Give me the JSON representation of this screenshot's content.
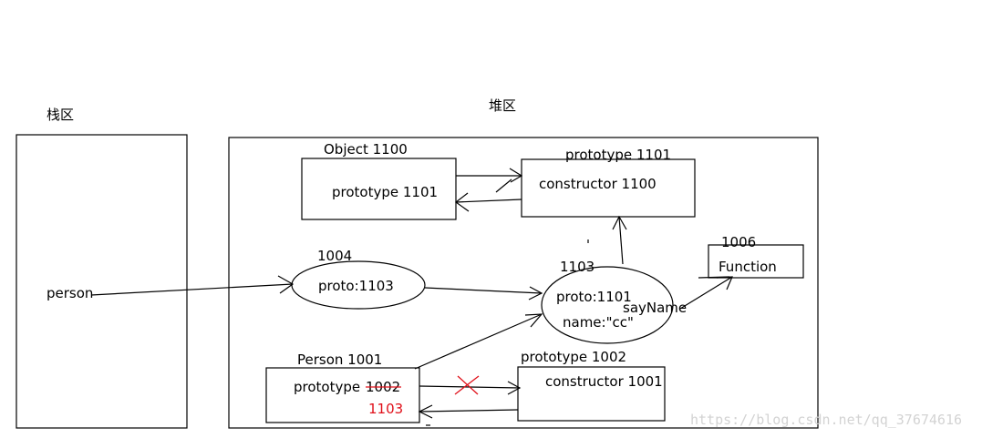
{
  "sections": {
    "stack_label": "栈区",
    "heap_label": "堆区"
  },
  "stack": {
    "var_label": "person"
  },
  "nodes": {
    "object_fn": {
      "title": "Object 1100",
      "body": "prototype 1101"
    },
    "object_proto": {
      "title": "prototype 1101",
      "body": "constructor 1100"
    },
    "instance": {
      "addr": "1004",
      "body": "proto:1103"
    },
    "new_proto": {
      "addr": "1103",
      "line1": "proto:1101",
      "line2": "name:\"cc\""
    },
    "function_obj": {
      "addr": "1006",
      "body": "Function"
    },
    "person_fn": {
      "title": "Person 1001",
      "body_label": "prototype",
      "old_value": "1002",
      "new_value": "1103"
    },
    "person_proto": {
      "title": "prototype 1002",
      "body": "constructor 1001"
    }
  },
  "edge_labels": {
    "sayname": "sayName"
  },
  "colors": {
    "ink": "#000000",
    "changed": "#e0101a"
  },
  "watermark": "https://blog.csdn.net/qq_37674616"
}
